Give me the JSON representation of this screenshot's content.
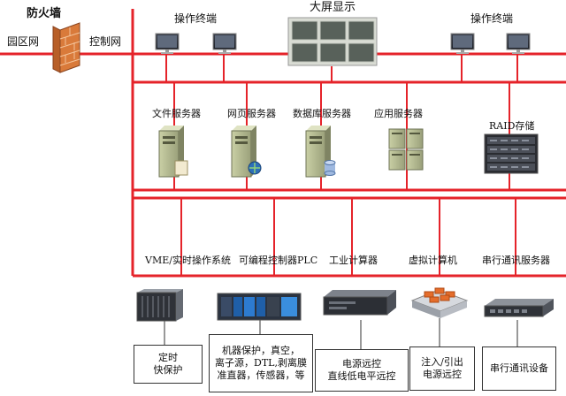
{
  "colors": {
    "bus": "#e5232a",
    "box_border": "#333333"
  },
  "top": {
    "firewall_label": "防火墙",
    "campus_net_label": "园区网",
    "control_net_label": "控制网",
    "operator_left_label": "操作终端",
    "big_screen_label": "大屏显示",
    "operator_right_label": "操作终端"
  },
  "servers": [
    {
      "label": "文件服务器",
      "icon": "file-server-icon"
    },
    {
      "label": "网页服务器",
      "icon": "web-server-icon"
    },
    {
      "label": "数据库服务器",
      "icon": "database-server-icon"
    },
    {
      "label": "应用服务器",
      "icon": "application-server-icon"
    },
    {
      "label": "RAID存储",
      "icon": "raid-storage-icon"
    }
  ],
  "field_devices": [
    {
      "label": "VME/实时操作系统",
      "icon": "vme-chassis-icon",
      "box_lines": [
        "定时",
        "快保护"
      ]
    },
    {
      "label": "可编程控制器PLC",
      "icon": "plc-icon",
      "box_lines": [
        "机器保护，真空，",
        "离子源，DTL,剥离膜",
        "准直器，传感器，等"
      ]
    },
    {
      "label": "工业计算器",
      "icon": "industrial-computer-icon",
      "box_lines": [
        "电源远控",
        "直线低电平远控"
      ]
    },
    {
      "label": "虚拟计算机",
      "icon": "virtual-computer-icon",
      "box_lines": [
        "注入/引出",
        "电源远控"
      ]
    },
    {
      "label": "串行通讯服务器",
      "icon": "serial-server-icon",
      "box_lines": [
        "串行通讯设备"
      ]
    }
  ]
}
